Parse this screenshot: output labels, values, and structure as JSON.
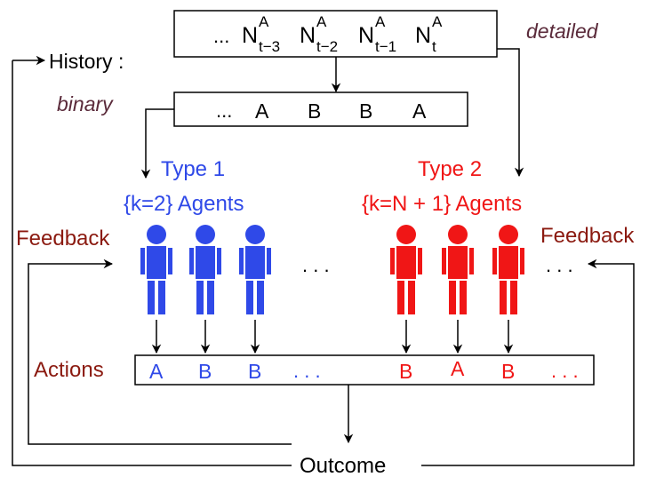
{
  "history": {
    "label": "History :",
    "detailed_label": "detailed",
    "binary_label": "binary",
    "detailed_sequence": [
      {
        "base": "N",
        "sup": "A",
        "sub": "t−3"
      },
      {
        "base": "N",
        "sup": "A",
        "sub": "t−2"
      },
      {
        "base": "N",
        "sup": "A",
        "sub": "t−1"
      },
      {
        "base": "N",
        "sup": "A",
        "sub": "t"
      }
    ],
    "binary_sequence": [
      "A",
      "B",
      "B",
      "A"
    ],
    "ellipsis": "..."
  },
  "type1": {
    "title": "Type 1",
    "subtitle": "{k=2} Agents",
    "color": "#2f49e8",
    "agent_count": 3
  },
  "type2": {
    "title": "Type 2",
    "subtitle": "{k=N + 1} Agents",
    "color": "#f01616",
    "agent_count": 3
  },
  "feedback": {
    "left_label": "Feedback",
    "right_label": "Feedback",
    "color": "#8b1a10"
  },
  "agent_ellipsis": ". . .",
  "actions": {
    "label": "Actions",
    "label_color": "#8b1a10",
    "type1_actions": [
      "A",
      "B",
      "B"
    ],
    "type2_actions": [
      "B",
      "A",
      "B"
    ],
    "ellipsis": ". . ."
  },
  "outcome": {
    "label": "Outcome"
  },
  "colors": {
    "italic_label": "#5a2a3a",
    "line": "#000000"
  }
}
